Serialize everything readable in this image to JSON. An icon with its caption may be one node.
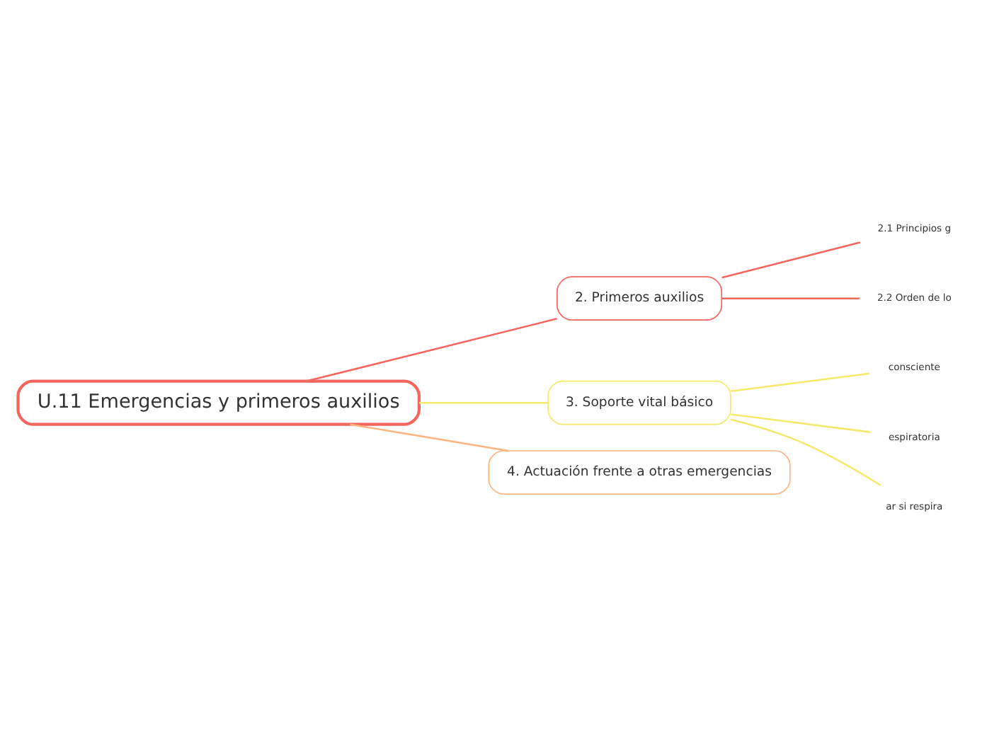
{
  "diagram": {
    "nodes": [
      {
        "text": [
          "U.11 Emergencias y primeros auxilios"
        ]
      },
      {
        "text": [
          "2. Primeros auxilios"
        ]
      },
      {
        "text": [
          "2.1 Principios g"
        ]
      },
      {
        "text": [
          "2.2 Orden de lo"
        ]
      },
      {
        "text": [
          "3. Soporte vital básico"
        ]
      },
      {
        "text": [
          "consciente"
        ]
      },
      {
        "text": [
          "espiratoria"
        ]
      },
      {
        "text": [
          "ar si respira"
        ]
      },
      {
        "text": [
          "4. Actuación frente a otras emergencias"
        ]
      }
    ],
    "edges": [
      {
        "from": 0,
        "to": 1,
        "arrow": "none",
        "color": "#f4665e"
      },
      {
        "from": 1,
        "to": 2,
        "arrow": "none",
        "color": "#f4665e"
      },
      {
        "from": 1,
        "to": 3,
        "arrow": "none",
        "color": "#f4665e"
      },
      {
        "from": 0,
        "to": 4,
        "arrow": "none",
        "color": "#f5e96b"
      },
      {
        "from": 4,
        "to": 5,
        "arrow": "none",
        "color": "#f5e96b"
      },
      {
        "from": 4,
        "to": 6,
        "arrow": "none",
        "color": "#f5e96b"
      },
      {
        "from": 4,
        "to": 7,
        "arrow": "none",
        "color": "#f5e96b"
      },
      {
        "from": 0,
        "to": 8,
        "arrow": "none",
        "color": "#fdb47f"
      }
    ]
  }
}
